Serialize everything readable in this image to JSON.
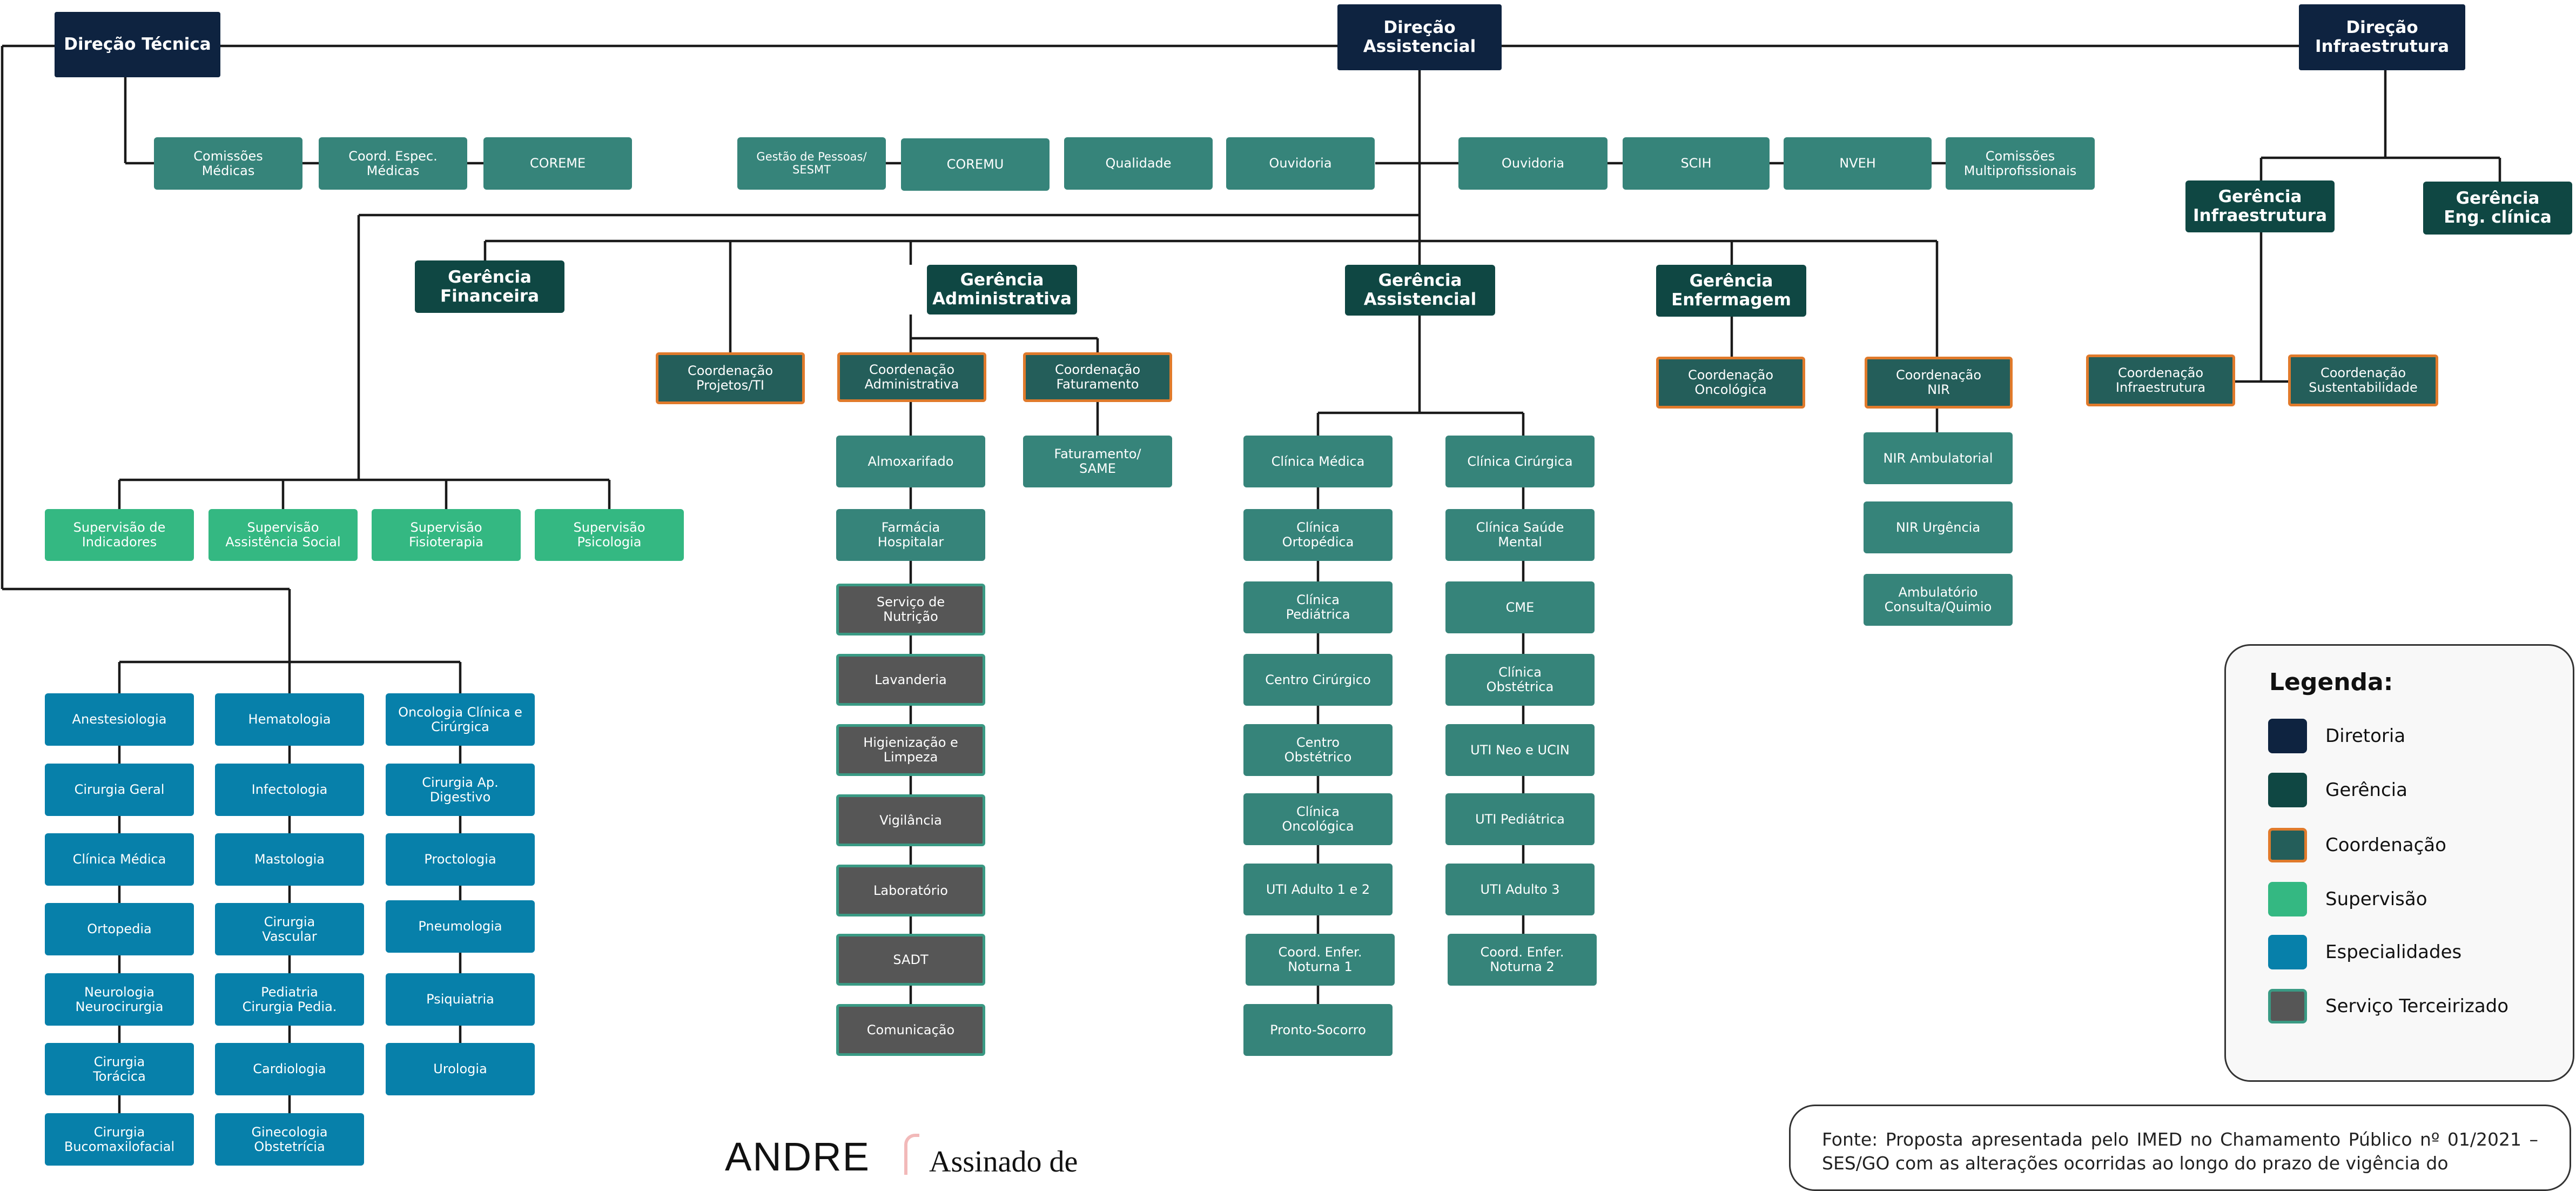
{
  "direcoes": {
    "tecnica": "Direção Técnica",
    "assistencial": "Direção\nAssistencial",
    "infraestrutura": "Direção\nInfraestrutura"
  },
  "comissoes_tecnicas": [
    "Comissões\nMédicas",
    "Coord. Espec.\nMédicas",
    "COREME"
  ],
  "assistencial_row": [
    "Gestão de Pessoas/\nSESMT",
    "COREMU",
    "Qualidade",
    "Ouvidoria",
    "Ouvidoria",
    "SCIH",
    "NVEH",
    "Comissões\nMultiprofissionais"
  ],
  "gerencias": {
    "financeira": "Gerência\nFinanceira",
    "administrativa": "Gerência\nAdministrativa",
    "assistencial": "Gerência\nAssistencial",
    "enfermagem": "Gerência\nEnfermagem",
    "infraestrutura": "Gerência\nInfraestrutura",
    "eng_clinica": "Gerência\nEng. clínica"
  },
  "coordenacoes": {
    "projetos_ti": "Coordenação\nProjetos/TI",
    "administrativa": "Coordenação\nAdministrativa",
    "faturamento": "Coordenação\nFaturamento",
    "oncologica": "Coordenação\nOncológica",
    "nir": "Coordenação\nNIR",
    "infraestrutura": "Coordenação\nInfraestrutura",
    "sustentabilidade": "Coordenação\nSustentabilidade"
  },
  "supervisoes": [
    "Supervisão de\nIndicadores",
    "Supervisão\nAssistência Social",
    "Supervisão\nFisioterapia",
    "Supervisão\nPsicologia"
  ],
  "especialidades": {
    "col1": [
      "Anestesiologia",
      "Cirurgia Geral",
      "Clínica Médica",
      "Ortopedia",
      "Neurologia\nNeurocirurgia",
      "Cirurgia\nTorácica",
      "Cirurgia\nBucomaxilofacial"
    ],
    "col2": [
      "Hematologia",
      "Infectologia",
      "Mastologia",
      "Cirurgia\nVascular",
      "Pediatria\nCirurgia Pedia.",
      "Cardiologia",
      "Ginecologia\nObstetrícia"
    ],
    "col3": [
      "Oncologia Clínica e\nCirúrgica",
      "Cirurgia Ap.\nDigestivo",
      "Proctologia",
      "Pneumologia",
      "Psiquiatria",
      "Urologia"
    ]
  },
  "administrativa_setores": [
    "Almoxarifado",
    "Farmácia\nHospitalar"
  ],
  "terceirizados": [
    "Serviço de\nNutrição",
    "Lavanderia",
    "Higienização e\nLimpeza",
    "Vigilância",
    "Laboratório",
    "SADT",
    "Comunicação"
  ],
  "faturamento_setores": [
    "Faturamento/\nSAME"
  ],
  "assistencial_col1": [
    "Clínica Médica",
    "Clínica\nOrtopédica",
    "Clínica\nPediátrica",
    "Centro Cirúrgico",
    "Centro\nObstétrico",
    "Clínica\nOncológica",
    "UTI Adulto 1 e 2",
    "Coord. Enfer.\nNoturna 1",
    "Pronto-Socorro"
  ],
  "assistencial_col2": [
    "Clínica Cirúrgica",
    "Clínica Saúde\nMental",
    "CME",
    "Clínica\nObstétrica",
    "UTI Neo e UCIN",
    "UTI Pediátrica",
    "UTI Adulto 3",
    "Coord. Enfer.\nNoturna 2"
  ],
  "nir_setores": [
    "NIR Ambulatorial",
    "NIR Urgência",
    "Ambulatório\nConsulta/Quimio"
  ],
  "legend": {
    "title": "Legenda:",
    "items": [
      {
        "label": "Diretoria",
        "color": "#0e2340"
      },
      {
        "label": "Gerência",
        "color": "#0f4743"
      },
      {
        "label": "Coordenação",
        "color": "#245e5a",
        "border": "#e07a2b"
      },
      {
        "label": "Supervisão",
        "color": "#34b882"
      },
      {
        "label": "Especialidades",
        "color": "#0780aa"
      },
      {
        "label": "Serviço Terceirizado",
        "color": "#565656",
        "border": "#3a9a84"
      }
    ]
  },
  "source_note": "Fonte: Proposta apresentada pelo IMED no Chamamento Público nº 01/2021 – SES/GO com as alterações ocorridas ao longo do prazo de vigência do",
  "signature": {
    "name": "ANDRE",
    "text": "Assinado de"
  }
}
